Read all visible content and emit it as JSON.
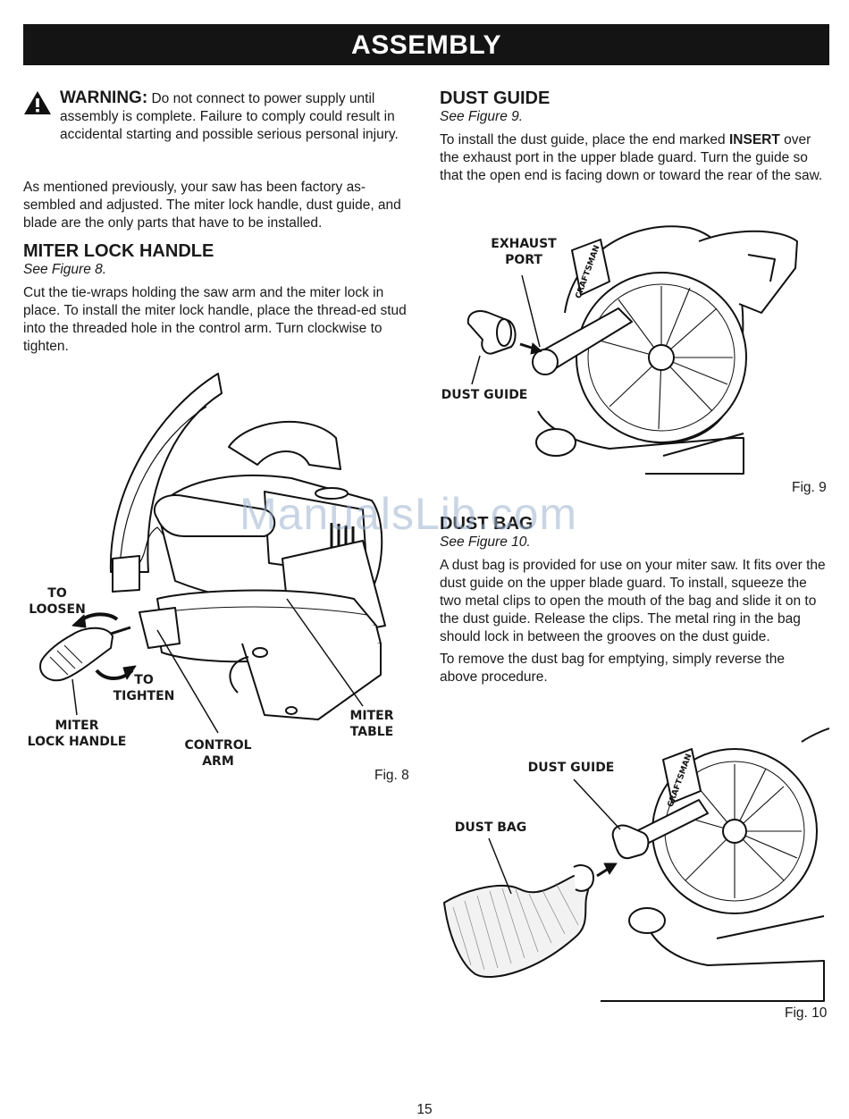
{
  "header": {
    "title": "ASSEMBLY"
  },
  "warning": {
    "icon": "warning-triangle-icon",
    "label": "WARNING:",
    "text": "Do not connect to power supply until assembly is complete. Failure to comply could result in accidental starting and possible serious personal injury."
  },
  "intro": "As mentioned previously, your saw has been factory as-sembled and adjusted. The miter lock handle, dust guide, and blade are the only parts that have to be installed.",
  "miter_lock": {
    "heading": "MITER LOCK HANDLE",
    "see": "See Figure 8.",
    "body": "Cut the tie-wraps holding the saw arm and the miter lock in place. To install the miter lock handle, place the thread-ed stud into the threaded hole in the control arm. Turn clockwise to tighten."
  },
  "fig8": {
    "caption": "Fig. 8",
    "labels": {
      "to": "TO",
      "loosen": "LOOSEN",
      "tighten": "TIGHTEN",
      "miter": "MITER",
      "lock_handle": "LOCK HANDLE",
      "control": "CONTROL",
      "arm": "ARM",
      "table": "TABLE"
    }
  },
  "dust_guide": {
    "heading": "DUST GUIDE",
    "see": "See Figure 9.",
    "body_1": "To install the dust guide, place the end marked",
    "body_bold": "INSERT",
    "body_2": "over the exhaust port in the upper blade guard. Turn the guide so that the open end is facing down or toward the rear of the saw."
  },
  "fig9": {
    "caption": "Fig. 9",
    "labels": {
      "exhaust": "EXHAUST",
      "port": "PORT",
      "dust_guide": "DUST GUIDE",
      "brand": "CRAFTSMAN"
    }
  },
  "dust_bag": {
    "heading": "DUST BAG",
    "see": "See Figure 10.",
    "body": "A dust bag is provided for use on your miter saw. It fits over the dust guide on the upper blade guard. To install, squeeze the two metal clips to open the mouth of the bag and slide it on to the dust guide. Release the clips. The metal ring in the bag should lock in between the grooves on the dust guide.",
    "body2": "To remove the dust bag for emptying, simply reverse the above procedure."
  },
  "fig10": {
    "caption": "Fig. 10",
    "labels": {
      "dust_guide": "DUST GUIDE",
      "dust_bag": "DUST BAG",
      "brand": "CRAFTSMAN"
    }
  },
  "watermark": "ManualsLib.com",
  "page_number": "15"
}
